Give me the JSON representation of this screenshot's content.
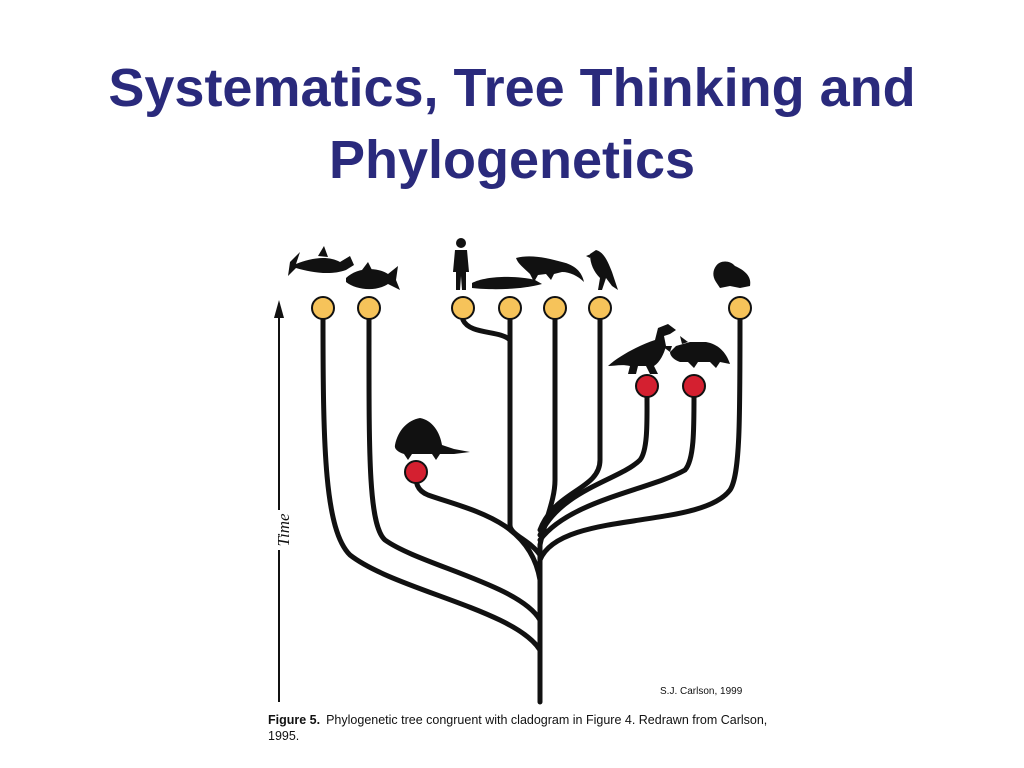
{
  "slide": {
    "title_line1": "Systematics, Tree Thinking and",
    "title_line2": "Phylogenetics"
  },
  "figure": {
    "axis_label": "Time",
    "credit": "S.J. Carlson, 1999",
    "caption_label": "Figure 5.",
    "caption_text": "Phylogenetic tree congruent with cladogram in Figure 4. Redrawn from Carlson, 1995.",
    "colors": {
      "living_node": "#f6c35a",
      "extinct_node": "#d42030",
      "branch": "#111111",
      "title": "#2a2a7c"
    },
    "nodes": [
      {
        "icon": "shark-icon",
        "status": "living"
      },
      {
        "icon": "fish-icon",
        "status": "living"
      },
      {
        "icon": "human-icon",
        "status": "living"
      },
      {
        "icon": "whale-icon",
        "status": "living"
      },
      {
        "icon": "crocodile-icon",
        "status": "living"
      },
      {
        "icon": "bird-icon",
        "status": "living"
      },
      {
        "icon": "frog-icon",
        "status": "living"
      },
      {
        "icon": "dimetrodon-icon",
        "status": "extinct"
      },
      {
        "icon": "tyrannosaurus-icon",
        "status": "extinct"
      },
      {
        "icon": "triceratops-icon",
        "status": "extinct"
      }
    ]
  }
}
